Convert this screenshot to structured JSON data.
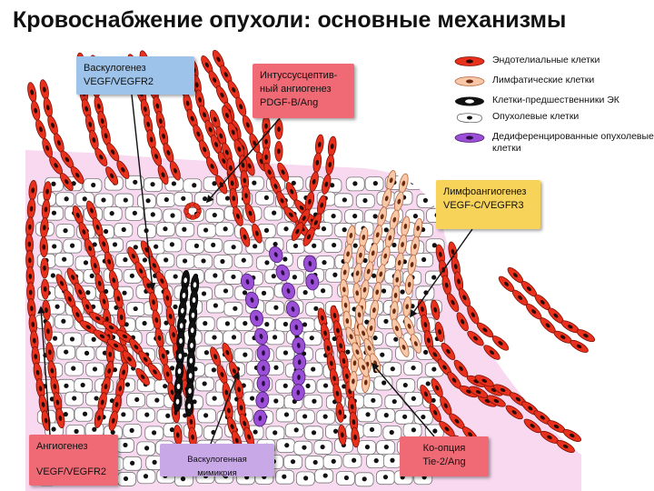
{
  "title": "Кровоснабжение опухоли: основные механизмы",
  "colors": {
    "endothelial": "#e8301c",
    "lymphatic": "#f7c7a8",
    "progenitor": "#111111",
    "tumor": "#ffffff",
    "dediff": "#9a4fd6",
    "tissue": "#f8d9f0",
    "box_blue": "#9dc3ea",
    "box_pink": "#f06a76",
    "box_yellow": "#f7d35a",
    "box_purple": "#c9a8e8"
  },
  "boxes": {
    "vasculogenesis": {
      "line1": "Васкулогенез",
      "line2": "VEGF/VEGFR2"
    },
    "intussusceptive": {
      "line1": "Интуссусцептив-",
      "line2": "ный ангиогенез",
      "line3": "PDGF-B/Ang"
    },
    "lymphangiogenesis": {
      "line1": "Лимфоангиогенез",
      "line2": "VEGF-C/VEGFR3"
    },
    "angiogenesis": {
      "line1": "Ангиогенез",
      "line2": "VEGF/VEGFR2"
    },
    "mimicry": {
      "line1": "Васкулогенная мимикрия"
    },
    "cooption": {
      "line1": "Ко-опция",
      "line2": "Tie-2/Ang"
    }
  },
  "legend": [
    {
      "label": "Эндотелиальные клетки",
      "icon": "endothelial-cell-icon"
    },
    {
      "label": "Лимфатические клетки",
      "icon": "lymphatic-cell-icon"
    },
    {
      "label": "Клетки-предшественники ЭК",
      "icon": "progenitor-cell-icon"
    },
    {
      "label": "Опухолевые клетки",
      "icon": "tumor-cell-icon"
    },
    {
      "label": "Дедиференцированные опухолевые клетки",
      "icon": "dediff-cell-icon"
    }
  ]
}
